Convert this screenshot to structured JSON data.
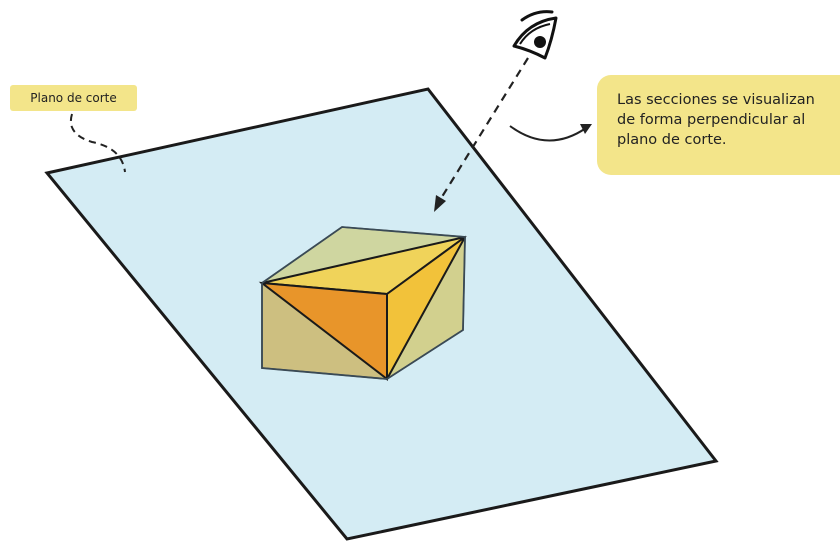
{
  "plane_label": "Plano de corte",
  "note": {
    "lines": [
      "Las secciones se visualizan",
      "de forma perpendicular al",
      "plano de corte."
    ]
  },
  "colors": {
    "plane_fill": "#d4ecf4",
    "plane_stroke": "#1a1a1a",
    "callout_fill": "#f3e58a",
    "section_light": "#f2c23a",
    "section_dark": "#e8952a",
    "cube_face_top": "#cfd6a0",
    "cube_face_side": "#cdbf80"
  },
  "icons": [
    "eye-icon"
  ]
}
